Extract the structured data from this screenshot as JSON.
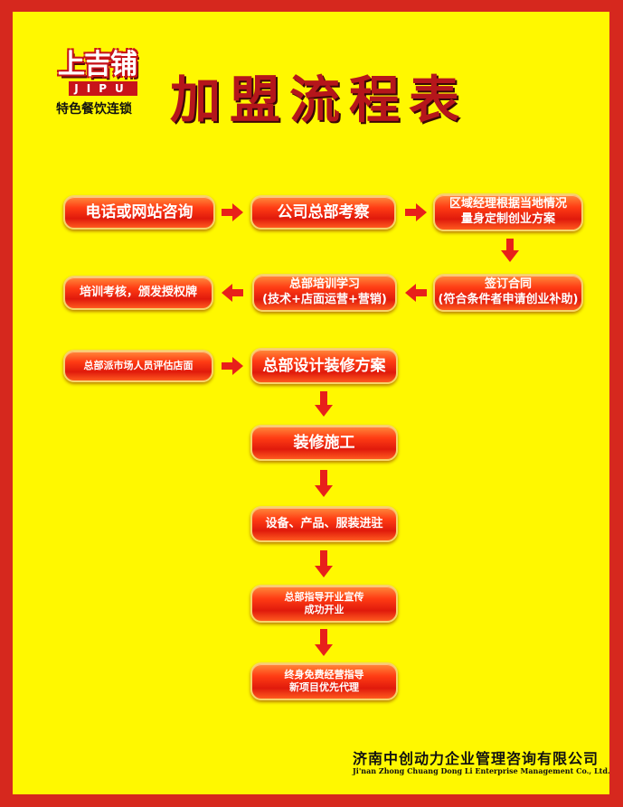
{
  "logo": {
    "brand": "上吉铺",
    "sub": "JIPU",
    "tagline": "特色餐饮连锁"
  },
  "title": "加盟流程表",
  "steps": {
    "s1": "电话或网站咨询",
    "s2": "公司总部考察",
    "s3_line1": "区域经理根据当地情况",
    "s3_line2": "量身定制创业方案",
    "s4_line1": "签订合同",
    "s4_line2": "(符合条件者申请创业补助)",
    "s5_line1": "总部培训学习",
    "s5_line2": "(技术+店面运营+营销)",
    "s6": "培训考核，颁发授权牌",
    "s7": "总部派市场人员评估店面",
    "s8": "总部设计装修方案",
    "s9": "装修施工",
    "s10": "设备、产品、服装进驻",
    "s11_line1": "总部指导开业宣传",
    "s11_line2": "成功开业",
    "s12_line1": "终身免费经营指导",
    "s12_line2": "新项目优先代理"
  },
  "footer": {
    "company_cn": "济南中创动力企业管理咨询有限公司",
    "company_en": "Ji'nan Zhong Chuang Dong Li Enterprise Management Co., Ltd."
  },
  "colors": {
    "background": "#fff800",
    "border": "#d6281e",
    "pill": "#ff3c14",
    "title": "#b5161b"
  }
}
